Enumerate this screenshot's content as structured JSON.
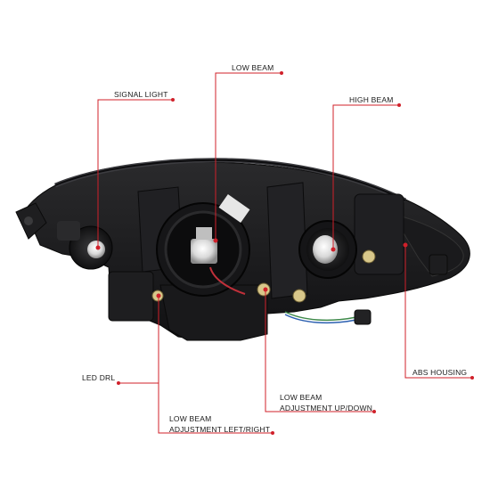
{
  "labels": {
    "low_beam": "LOW BEAM",
    "signal_light": "SIGNAL LIGHT",
    "high_beam": "HIGH BEAM",
    "led_drl": "LED DRL",
    "abs_housing": "ABS HOUSING",
    "low_beam_updown_1": "LOW BEAM",
    "low_beam_updown_2": "ADJUSTMENT UP/DOWN",
    "low_beam_leftright_1": "LOW BEAM",
    "low_beam_leftright_2": "ADJUSTMENT LEFT/RIGHT"
  },
  "colors": {
    "callout_line": "#d0202a",
    "housing": "#1c1c1e",
    "background": "#ffffff"
  }
}
